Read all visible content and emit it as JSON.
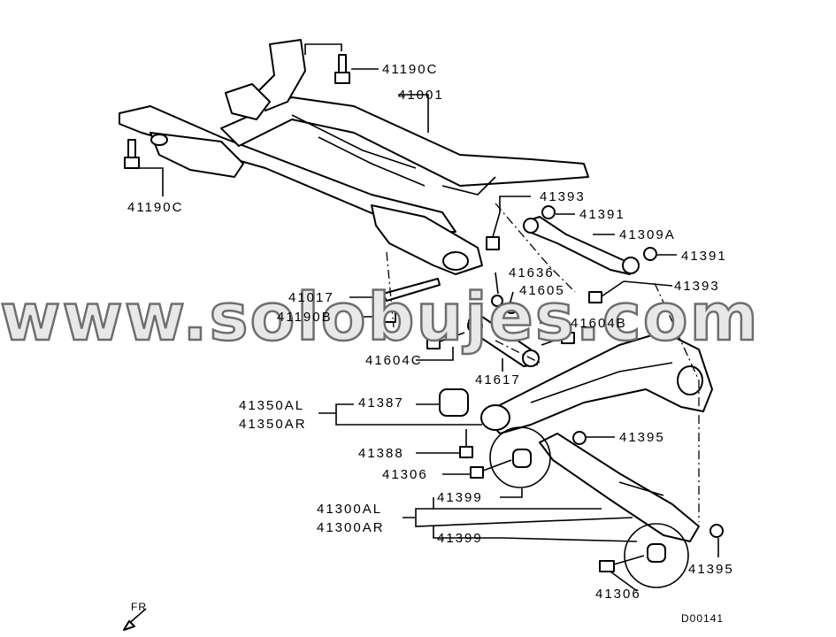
{
  "labels": {
    "l41190c_top": "41190C",
    "l41001": "41001",
    "l41190c_left": "41190C",
    "l41393_top": "41393",
    "l41391_top": "41391",
    "l41309a": "41309A",
    "l41391_right": "41391",
    "l41636": "41636",
    "l41605": "41605",
    "l41393_mid": "41393",
    "l41017": "41017",
    "l41190b": "41190B",
    "l41604b": "41604B",
    "l41604c": "41604C",
    "l41617": "41617",
    "l41350al": "41350AL",
    "l41350ar": "41350AR",
    "l41387": "41387",
    "l41395_top": "41395",
    "l41388": "41388",
    "l41306_top": "41306",
    "l41399_top": "41399",
    "l41300al": "41300AL",
    "l41300ar": "41300AR",
    "l41399_bot": "41399",
    "l41395_bot": "41395",
    "l41306_bot": "41306",
    "fr": "FR",
    "code": "D00141"
  },
  "watermark": "www.solobujes.com"
}
